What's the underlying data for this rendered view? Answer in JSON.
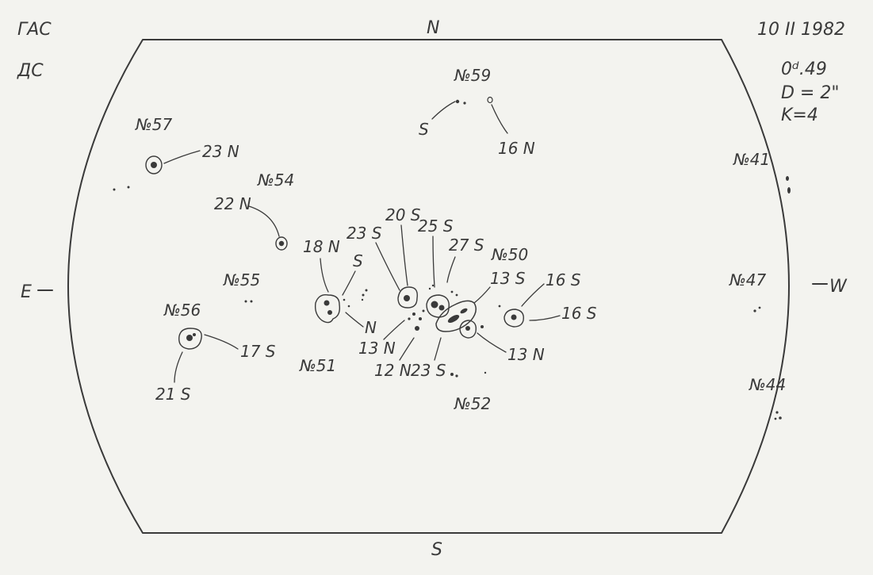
{
  "header": {
    "left_line1": "ГАС",
    "left_line2": "ДС",
    "date": "10 II 1982",
    "time": "0ᵈ.49",
    "diameter": "D = 2\"",
    "k": "K=4"
  },
  "compass": {
    "north": "N",
    "south": "S",
    "east": "E",
    "west": "W"
  },
  "groups": {
    "g59": {
      "name": "№59",
      "lat_s": "S",
      "lat_n": "16 N"
    },
    "g57": {
      "name": "№57",
      "lat": "23 N"
    },
    "g54": {
      "name": "№54",
      "lat": "22 N"
    },
    "g41": {
      "name": "№41"
    },
    "g55": {
      "name": "№55"
    },
    "g56": {
      "name": "№56",
      "lat_a": "17 S",
      "lat_b": "21 S"
    },
    "g47": {
      "name": "№47"
    },
    "g44": {
      "name": "№44"
    },
    "g51": {
      "name": "№51",
      "lat_a": "18 N",
      "lat_b": "S",
      "lat_c": "N"
    },
    "g50": {
      "name": "№50"
    },
    "g52": {
      "name": "№52"
    }
  },
  "central_labels": {
    "l23s_a": "23 S",
    "l20s": "20 S",
    "l25s": "25 S",
    "l27s": "27 S",
    "l13s": "13 S",
    "l16s_a": "16 S",
    "l16s_b": "16 S",
    "l13n_a": "13 N",
    "l12n": "12 N",
    "l23s_b": "23 S",
    "l13n_b": "13 N"
  }
}
